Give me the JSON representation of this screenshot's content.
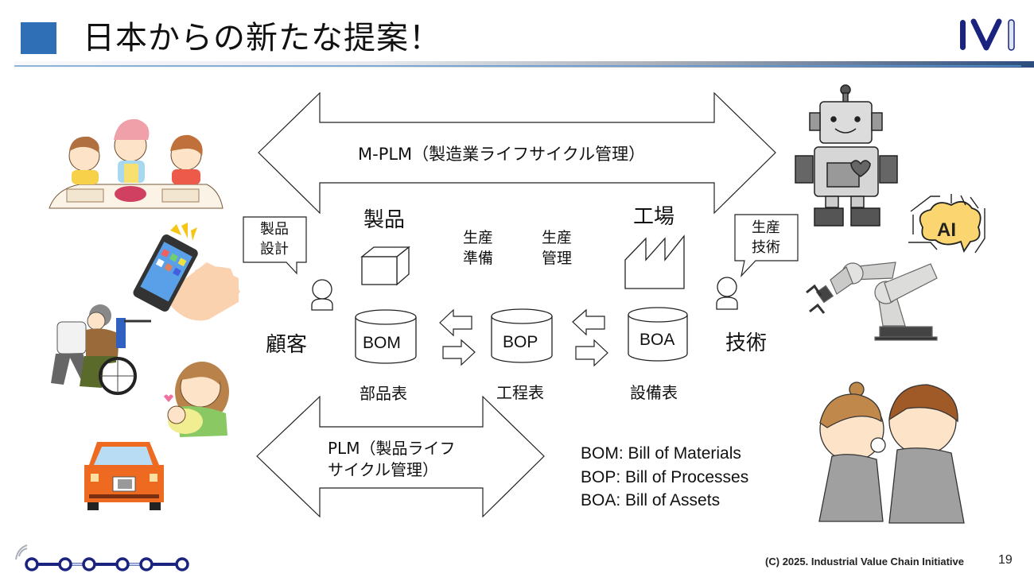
{
  "header": {
    "title": "日本からの新たな提案！",
    "accent_color": "#2e6fb5",
    "logo_text": "IVI",
    "logo_color": "#1a237e"
  },
  "diagram": {
    "top_arrow_label": "M-PLM（製造業ライフサイクル管理）",
    "bottom_arrow_label_line1": "PLM（製品ライフ",
    "bottom_arrow_label_line2": "サイクル管理）",
    "product_label": "製品",
    "factory_label": "工場",
    "prep_label_line1": "生産",
    "prep_label_line2": "準備",
    "mgmt_label_line1": "生産",
    "mgmt_label_line2": "管理",
    "customer": {
      "label": "顧客",
      "bubble_line1": "製品",
      "bubble_line2": "設計"
    },
    "technology": {
      "label": "技術",
      "bubble_line1": "生産",
      "bubble_line2": "技術"
    },
    "databases": [
      {
        "name": "BOM",
        "caption": "部品表"
      },
      {
        "name": "BOP",
        "caption": "工程表"
      },
      {
        "name": "BOA",
        "caption": "設備表"
      }
    ],
    "legend": [
      "BOM: Bill of Materials",
      "BOP: Bill of Processes",
      "BOA: Bill of Assets"
    ]
  },
  "illustrations": {
    "left": [
      "family-meal-illustration",
      "smartphone-illustration",
      "caregiver-wheelchair-illustration",
      "mother-baby-illustration",
      "orange-car-illustration"
    ],
    "right": [
      "robot-illustration",
      "ai-brain-illustration",
      "robot-arm-illustration",
      "factory-workers-illustration"
    ],
    "ai_badge_text": "AI"
  },
  "footer": {
    "copyright": "(C) 2025. Industrial Value Chain Initiative",
    "page_number": "19"
  }
}
